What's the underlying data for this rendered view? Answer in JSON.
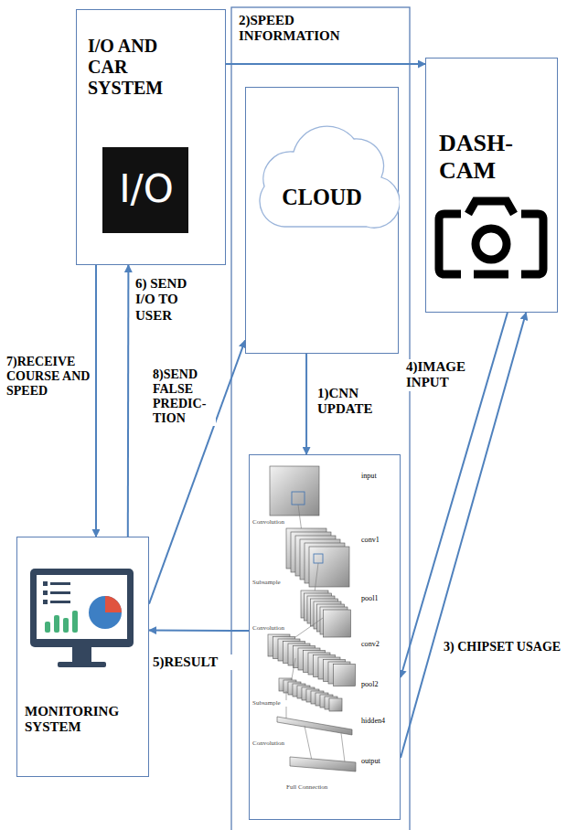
{
  "diagram": {
    "nodes": [
      {
        "text": [
          "I/O AND CAR SYSTEM",
          "I/O"
        ]
      },
      {
        "text": [
          "CLOUD"
        ]
      },
      {
        "text": [
          "DASH-CAM"
        ]
      },
      {
        "text": [
          "input",
          "conv1",
          "pool1",
          "conv2",
          "pool2",
          "hidden4",
          "output",
          "Convolution",
          "Subsample",
          "Convolution",
          "Subsample",
          "Convolution",
          "Full Connection"
        ]
      },
      {
        "text": [
          "MONITORING SYSTEM"
        ]
      }
    ],
    "edges": [
      {
        "from": 0,
        "to": 2,
        "label": "2)SPEED INFORMATION",
        "arrow": "to"
      },
      {
        "from": 1,
        "to": 3,
        "label": "1)CNN UPDATE",
        "arrow": "to"
      },
      {
        "from": 2,
        "to": 3,
        "label": "4)IMAGE INPUT",
        "arrow": "to"
      },
      {
        "from": 3,
        "to": 2,
        "label": "3) CHIPSET USAGE",
        "arrow": "to"
      },
      {
        "from": 3,
        "to": 4,
        "label": "5)RESULT",
        "arrow": "to"
      },
      {
        "from": 4,
        "to": 0,
        "label": "6) SEND I/O TO USER",
        "arrow": "to"
      },
      {
        "from": 0,
        "to": 4,
        "label": "7)RECEIVE COURSE AND SPEED",
        "arrow": "to"
      },
      {
        "from": 4,
        "to": 1,
        "label": "8)SEND FALSE PREDIC- TION",
        "arrow": "to"
      }
    ]
  }
}
